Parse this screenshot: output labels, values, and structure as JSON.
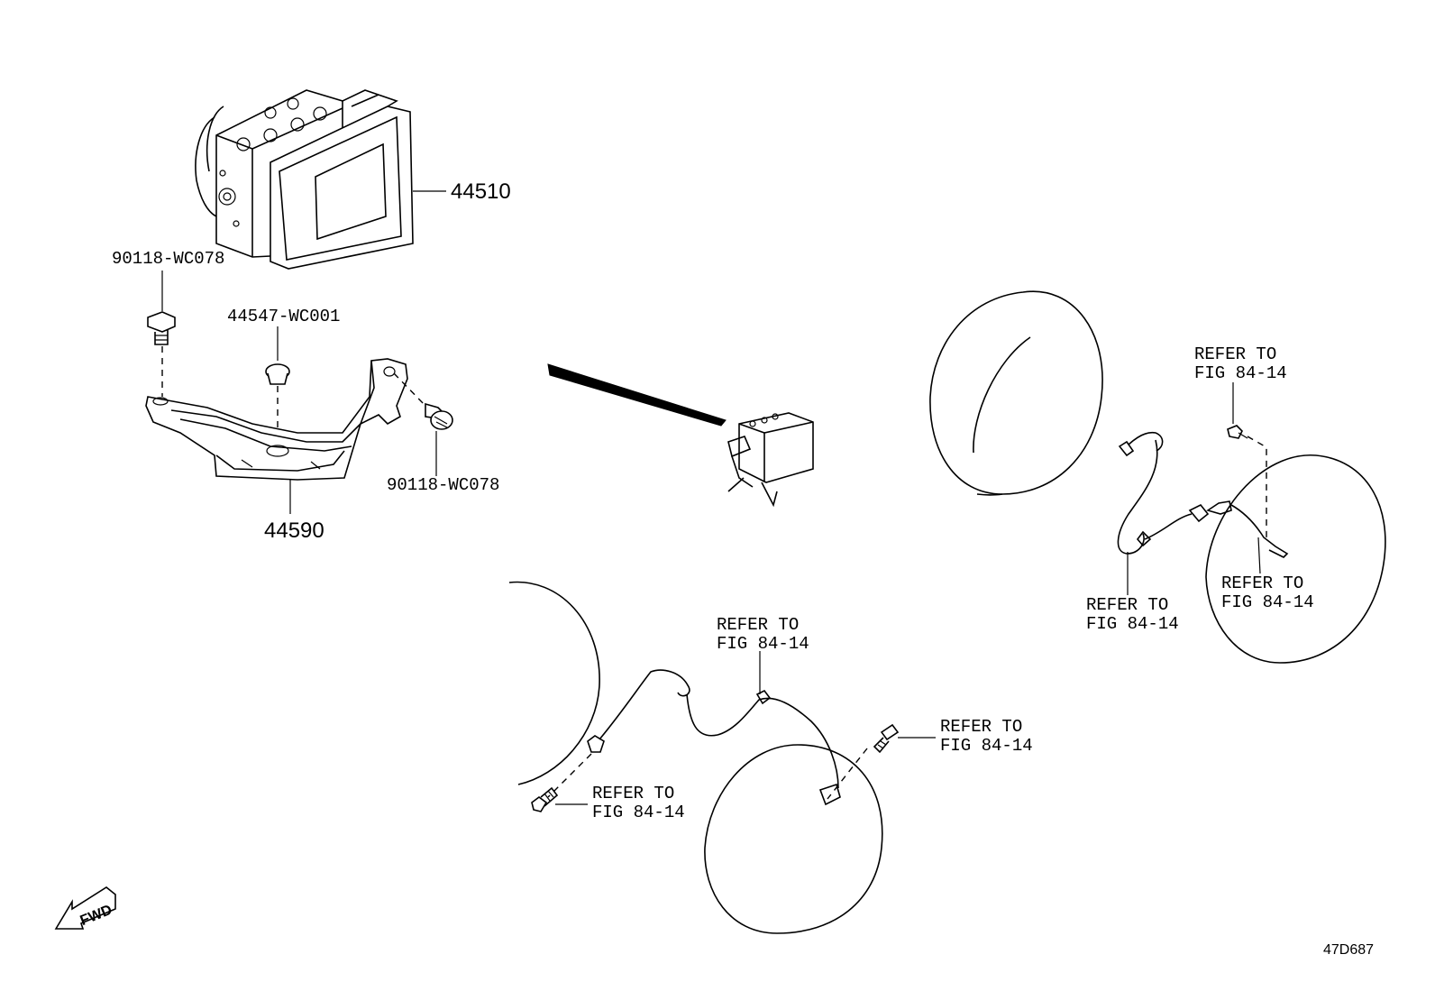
{
  "labels": {
    "abs_actuator": "44510",
    "bolt_top": "90118-WC078",
    "grommet": "44547-WC001",
    "bolt_right": "90118-WC078",
    "bracket": "44590",
    "refer_line1": "REFER TO",
    "refer_line2": "FIG 84-14"
  },
  "fwd_label": "FWD",
  "diagram_code": "47D687",
  "icons": [
    "abs-actuator-icon",
    "bracket-icon",
    "bolt-icon",
    "grommet-icon",
    "wheel-icon",
    "wheel-speed-sensor-icon",
    "fwd-arrow-icon"
  ]
}
